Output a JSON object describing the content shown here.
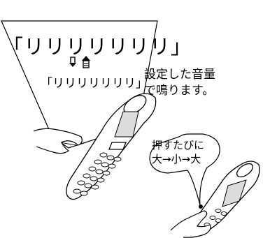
{
  "ring_sound_large": "「リリリリリリリ」",
  "ring_sound_small": "「リリリリリリリ」",
  "volume_note": {
    "line1": "設定した音量",
    "line2": "で鳴ります。"
  },
  "press_note": {
    "line1": "押すたびに",
    "line2": "大→小→大"
  },
  "icons": {
    "volume_down": "down-arrow-icon",
    "volume_up": "up-arrow-icon"
  },
  "colors": {
    "line": "#000000",
    "background": "#ffffff",
    "screen_tone": "#dcdcdc"
  }
}
